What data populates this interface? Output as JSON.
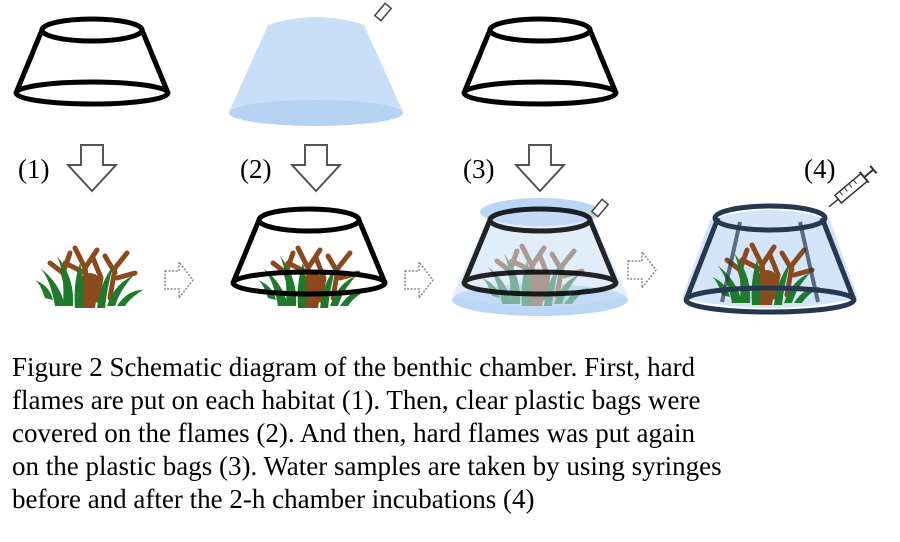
{
  "steps": [
    {
      "label": "(1)"
    },
    {
      "label": "(2)"
    },
    {
      "label": "(3)"
    },
    {
      "label": "(4)"
    }
  ],
  "caption": {
    "lines": [
      "Figure 2 Schematic diagram of the benthic chamber. First, hard",
      "flames are put on each habitat (1). Then, clear plastic bags were",
      "covered on the flames (2). And then, hard flames was put again",
      "on the plastic bags (3). Water samples are taken by using syringes",
      "before and after the 2-h chamber incubations (4)"
    ]
  },
  "colors": {
    "frame": "#000000",
    "bag": "#c9dff7",
    "bag_edge": "#9ec4ee",
    "frame_covered": "#26384f",
    "grass": "#1f7a2b",
    "branch": "#8a4a1e"
  }
}
